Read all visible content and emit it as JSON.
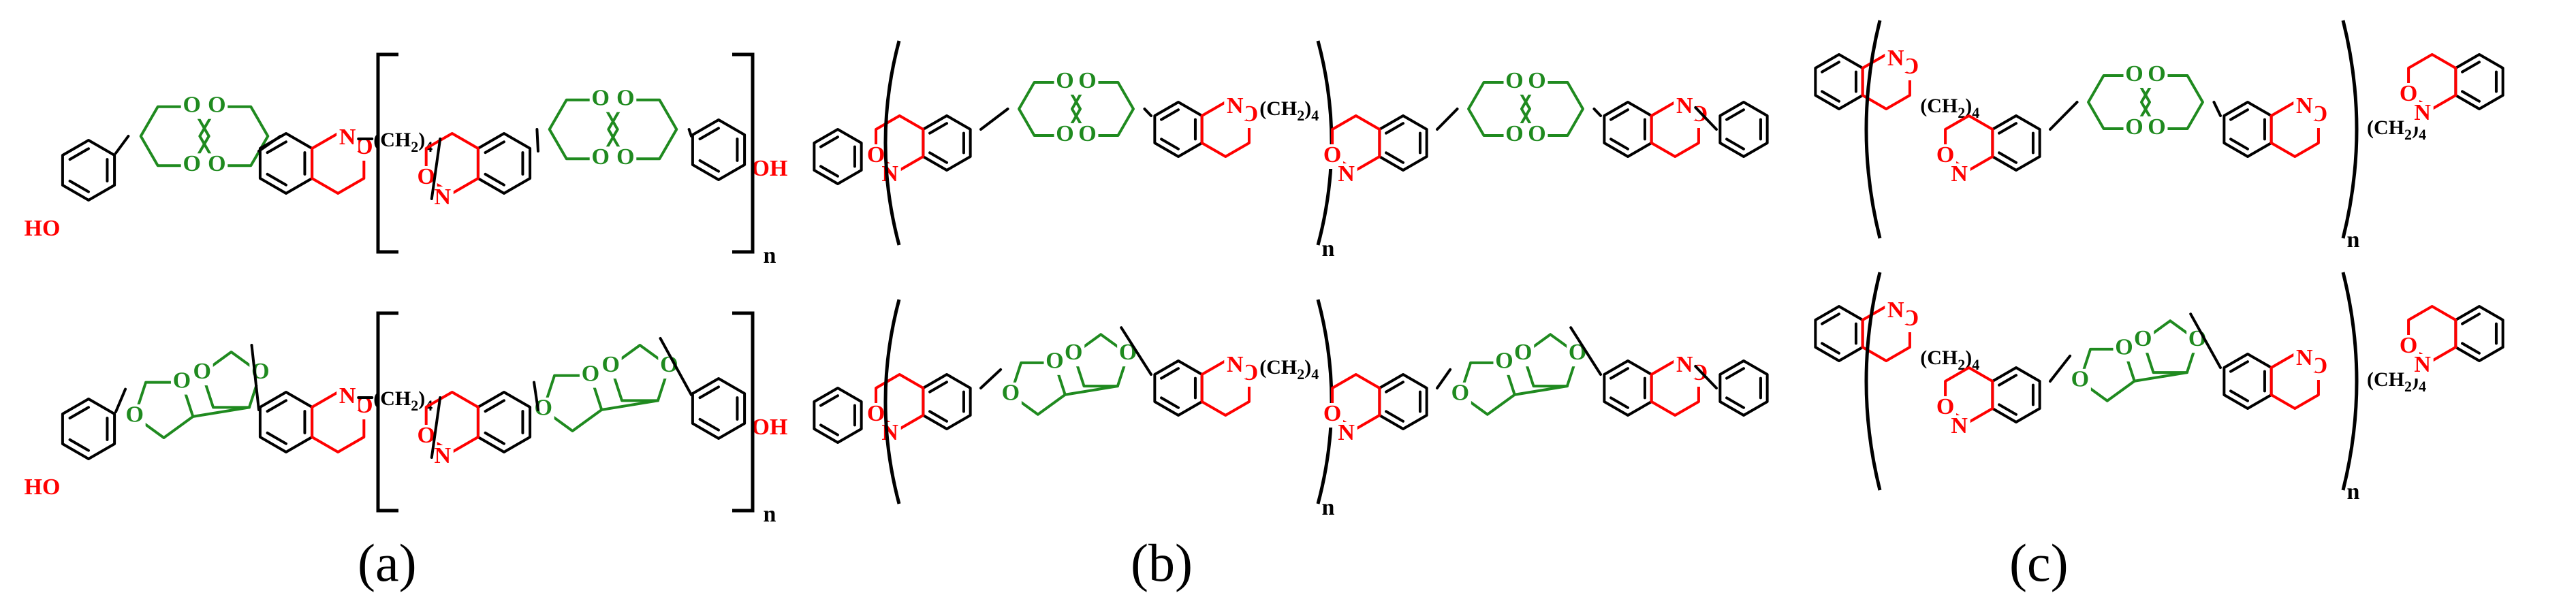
{
  "colors": {
    "benzoxazine": "#ff0000",
    "acetal": "#1f8a1f",
    "default": "#000000"
  },
  "atoms": {
    "n": "N",
    "o": "O",
    "oh": "OH",
    "ho": "HO"
  },
  "linker": {
    "open": "(CH",
    "sub2": "2",
    "close": ")",
    "sub4": "4"
  },
  "repeat_index": "n",
  "panels": [
    {
      "id": "a",
      "label": "(a)"
    },
    {
      "id": "b",
      "label": "(b)"
    },
    {
      "id": "c",
      "label": "(c)"
    }
  ]
}
